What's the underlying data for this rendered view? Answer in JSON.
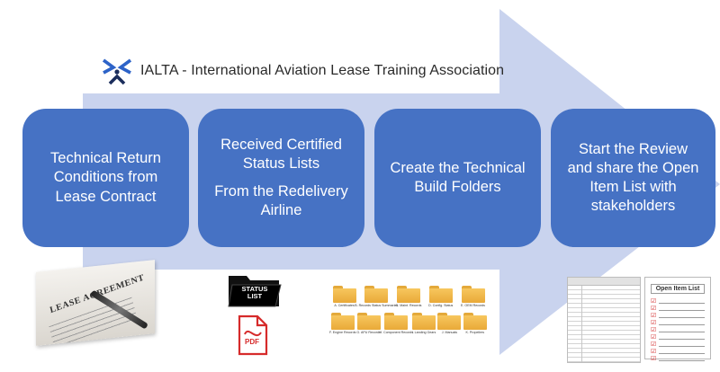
{
  "brand": {
    "name": "IALTA - International Aviation Lease Training Association",
    "colors": {
      "blue": "#2d63c8",
      "navy": "#1b2d5c"
    }
  },
  "arrow": {
    "color": "#c9d3ee"
  },
  "steps": [
    {
      "lines": [
        "Technical Return",
        "Conditions from",
        "Lease Contract"
      ]
    },
    {
      "lines": [
        "Received Certified",
        "Status Lists"
      ],
      "lines2": [
        "From the Redelivery",
        "Airline"
      ]
    },
    {
      "lines": [
        "Create the Technical",
        "Build Folders"
      ]
    },
    {
      "lines": [
        "Start the Review",
        "and share the Open",
        "Item List with",
        "stakeholders"
      ]
    }
  ],
  "step_color": "#4672c4",
  "images": {
    "lease": {
      "title": "LEASE AGREEMENT"
    },
    "status_folder": {
      "line1": "STATUS",
      "line2": "LIST"
    },
    "pdf": {
      "label": "PDF"
    },
    "folders": [
      [
        "A. Certificates",
        "B. Records Status Summaries",
        "C. Maint. Records",
        "D. Config. Status",
        "E. OEM Records"
      ],
      [
        "F. Engine Records",
        "G. APU Records",
        "H. Component Records",
        "I. Landing Gears",
        "J. Manuals",
        "K. Propellers"
      ]
    ],
    "open_item_list": {
      "title": "Open Item List",
      "rows": 9
    }
  }
}
